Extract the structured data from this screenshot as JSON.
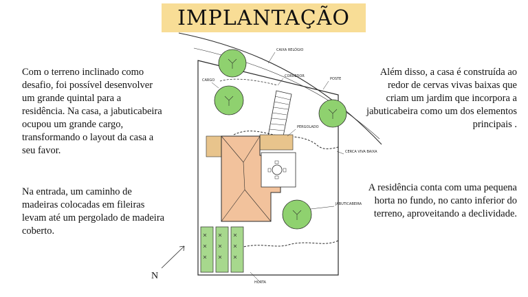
{
  "title": "IMPLANTAÇÃO",
  "paragraphs": {
    "left_top": "Com o terreno inclinado como desafio, foi possível desenvolver um grande quintal para a residência. Na casa, a jabuticabeira ocupou um grande cargo, transformando o layout da casa a seu favor.",
    "left_bottom": "Na entrada, um caminho de madeiras colocadas em fileiras levam até um pergolado de madeira coberto.",
    "right_top": "Além disso, a casa é construída ao redor de cervas vivas baixas que criam um jardim que incorpora a jabuticabeira como um dos elementos principais .",
    "right_bottom": "A residência conta com uma pequena horta no fundo, no canto inferior do terreno, aproveitando a declividade."
  },
  "north_label": "N",
  "plan_labels": {
    "caixa_relogio": "CAIXA RELÓGIO",
    "cargo": "CARGO",
    "corredor": "CORREDOR",
    "poste": "POSTE",
    "pergolado": "PERGOLADO",
    "cerca_viva": "CERCA VIVA BAIXA",
    "jabuticabeira": "JABUTICABEIRA",
    "horta": "HORTA"
  },
  "colors": {
    "title_banner": "#f8dd96",
    "tree_green": "#8fd16f",
    "garden_green": "#a7d88d",
    "roof_orange": "#f2c29c",
    "deck_wood": "#e8c48c",
    "ink": "#2a2a2a"
  }
}
